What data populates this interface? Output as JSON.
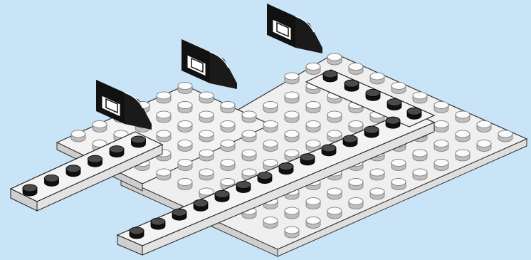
{
  "colors": {
    "background": "#c9e4f7",
    "plate_top": "#f2f2f2",
    "plate_side": "#d9d9d9",
    "plate_front": "#c8c8c8",
    "stud_top": "#fbfbfb",
    "stud_side": "#bdbdbd",
    "dark_stud_top": "#3a3a3a",
    "dark_stud_side": "#101010",
    "bracket": "#111111",
    "outline": "#222222"
  },
  "parts": {
    "base_plates": 2,
    "long_dark_stud_strips": 2,
    "black_brackets": 3
  }
}
